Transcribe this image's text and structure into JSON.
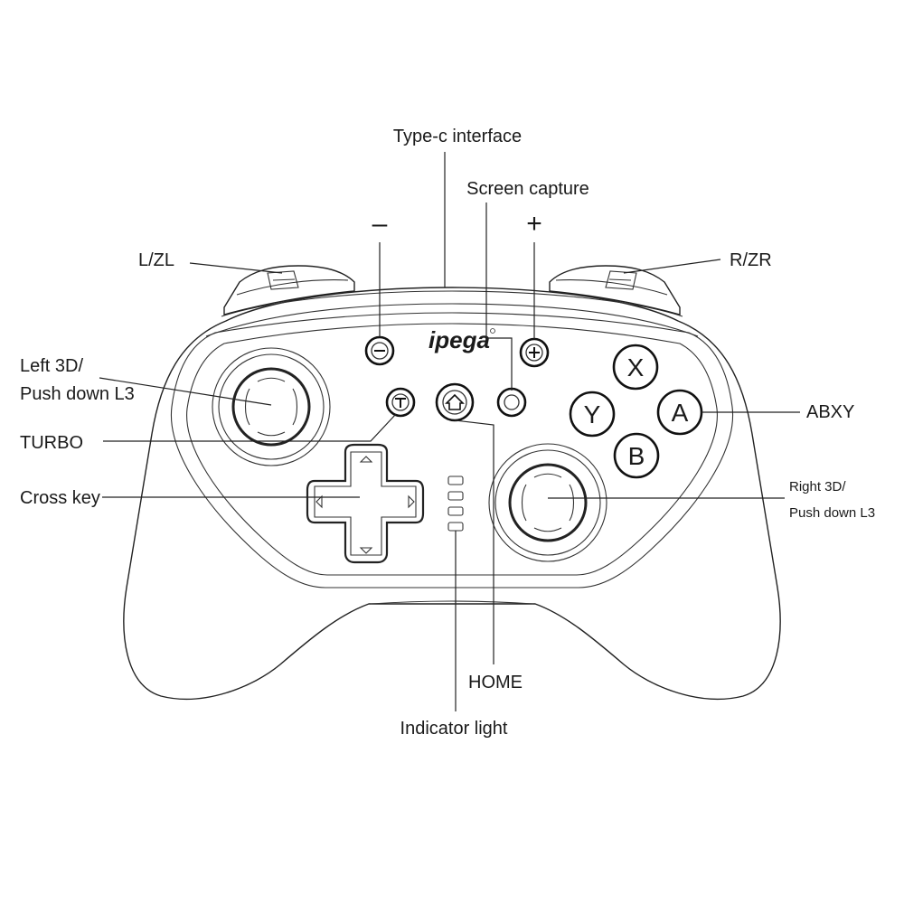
{
  "brand": {
    "logo_text": "ipega"
  },
  "signs": {
    "minus": "–",
    "plus": "+"
  },
  "face_buttons": {
    "x": "X",
    "y": "Y",
    "a": "A",
    "b": "B"
  },
  "labels": {
    "type_c": "Type-c interface",
    "screen_capture": "Screen capture",
    "l_zl": "L/ZL",
    "r_zr": "R/ZR",
    "left_3d_line1": "Left 3D/",
    "left_3d_line2": "Push down L3",
    "abxy": "ABXY",
    "turbo": "TURBO",
    "cross_key": "Cross key",
    "right_3d_line1": "Right 3D/",
    "right_3d_line2": "Push down L3",
    "home": "HOME",
    "indicator_light": "Indicator light"
  },
  "colors": {
    "line": "#222222",
    "background": "#ffffff"
  }
}
